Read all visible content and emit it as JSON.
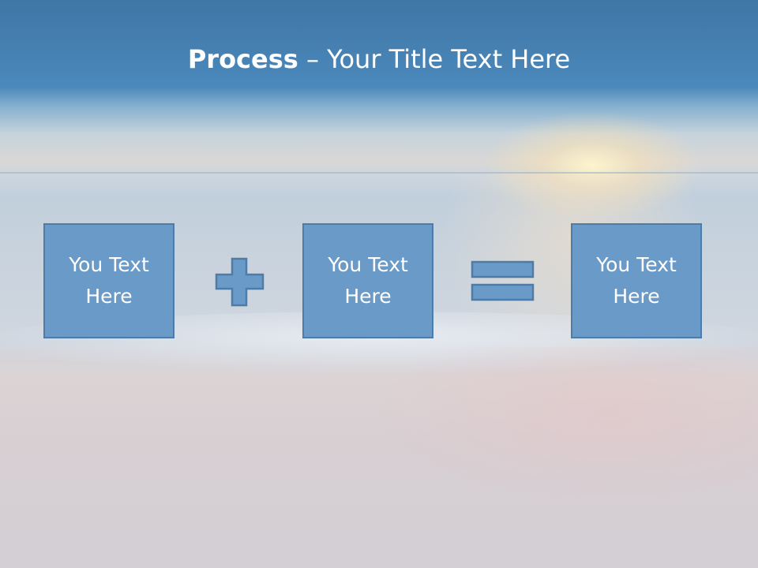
{
  "slide": {
    "title_bold": "Process",
    "title_rest": " – Your Title Text Here",
    "boxes": [
      {
        "label": "You Text Here"
      },
      {
        "label": "You Text Here"
      },
      {
        "label": "You Text Here"
      }
    ],
    "operators": [
      "plus-icon",
      "equals-icon"
    ],
    "colors": {
      "box_fill": "#6a9ac8",
      "box_border": "#4d7ca8",
      "title_band": "#4682b4",
      "text": "#ffffff"
    }
  }
}
